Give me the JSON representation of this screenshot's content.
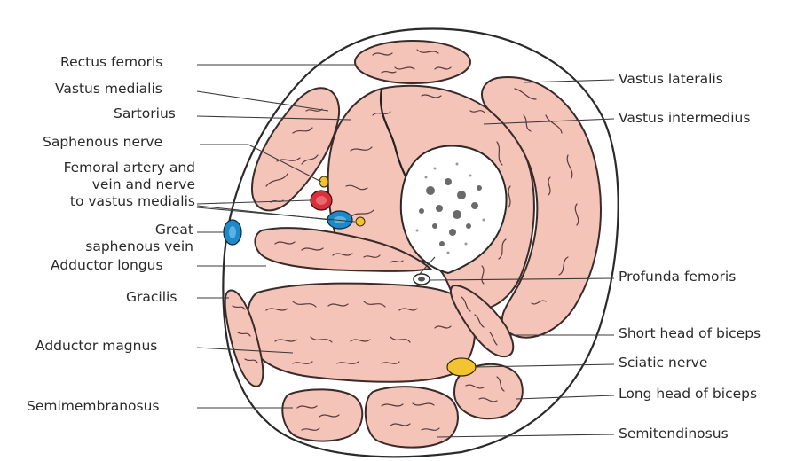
{
  "labels": {
    "rectus_femoris": "Rectus femoris",
    "vastus_medialis": "Vastus medialis",
    "sartorius": "Sartorius",
    "saphenous_nerve": "Saphenous nerve",
    "femoral_line1": "Femoral artery and",
    "femoral_line2": "vein and nerve",
    "femoral_line3": "to vastus medialis",
    "great_line1": "Great",
    "great_line2": "saphenous vein",
    "adductor_longus": "Adductor longus",
    "gracilis": "Gracilis",
    "adductor_magnus": "Adductor magnus",
    "semimembranosus": "Semimembranosus",
    "vastus_lateralis": "Vastus lateralis",
    "vastus_intermedius": "Vastus intermedius",
    "profunda_femoris": "Profunda femoris",
    "short_head_biceps": "Short head of biceps",
    "sciatic_nerve": "Sciatic nerve",
    "long_head_biceps": "Long head of biceps",
    "semitendinosus": "Semitendinosus"
  },
  "colors": {
    "muscle": "#f4c4b8",
    "artery": "#d8313b",
    "vein": "#1e88c8",
    "nerve": "#f2c431",
    "bone": "#ffffff",
    "outline": "#3a2a2a"
  }
}
